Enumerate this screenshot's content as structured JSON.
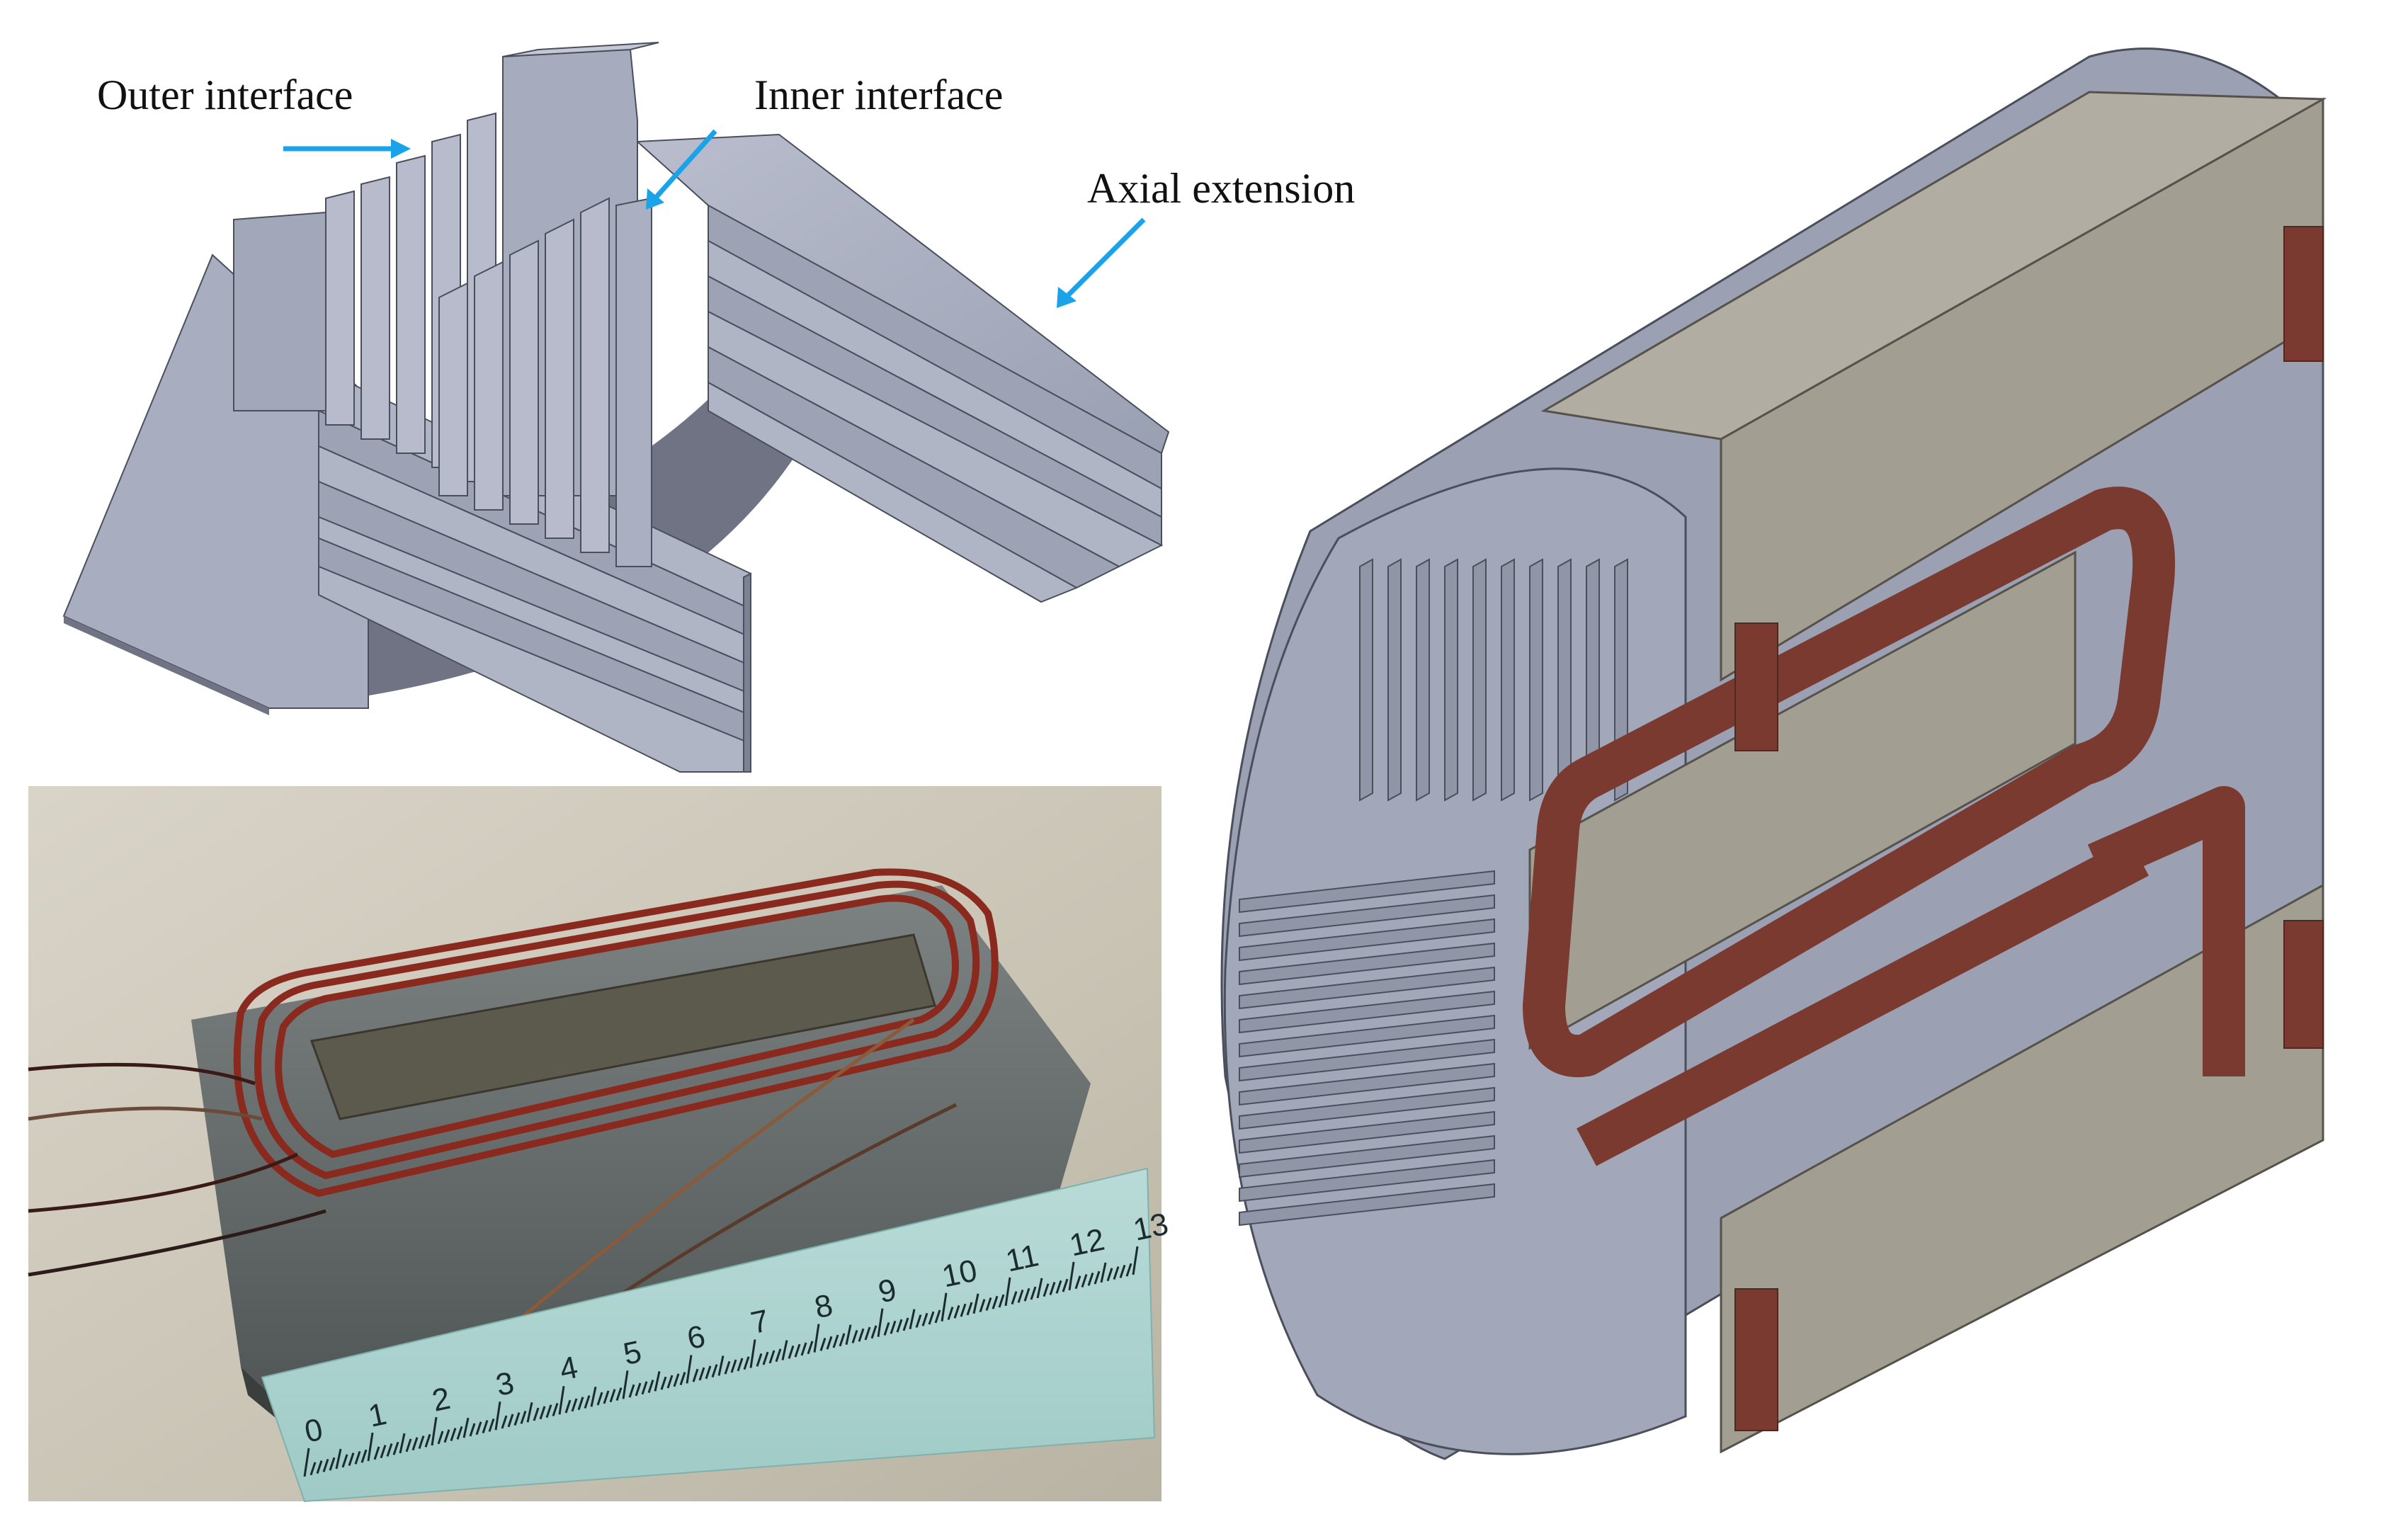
{
  "callouts": {
    "outer_interface": "Outer interface",
    "inner_interface": "Inner interface",
    "axial_extension": "Axial extension"
  },
  "ruler": {
    "numbers": [
      "0",
      "1",
      "2",
      "3",
      "4",
      "5",
      "6",
      "7",
      "8",
      "9",
      "10",
      "11",
      "12",
      "13"
    ]
  },
  "colors": {
    "core_blue_grey": "#a6abbe",
    "core_dark": "#7c8193",
    "magnet_beige": "#a39e92",
    "coil_copper": "#7a3a2f",
    "arrow_blue": "#1aa3e8"
  }
}
